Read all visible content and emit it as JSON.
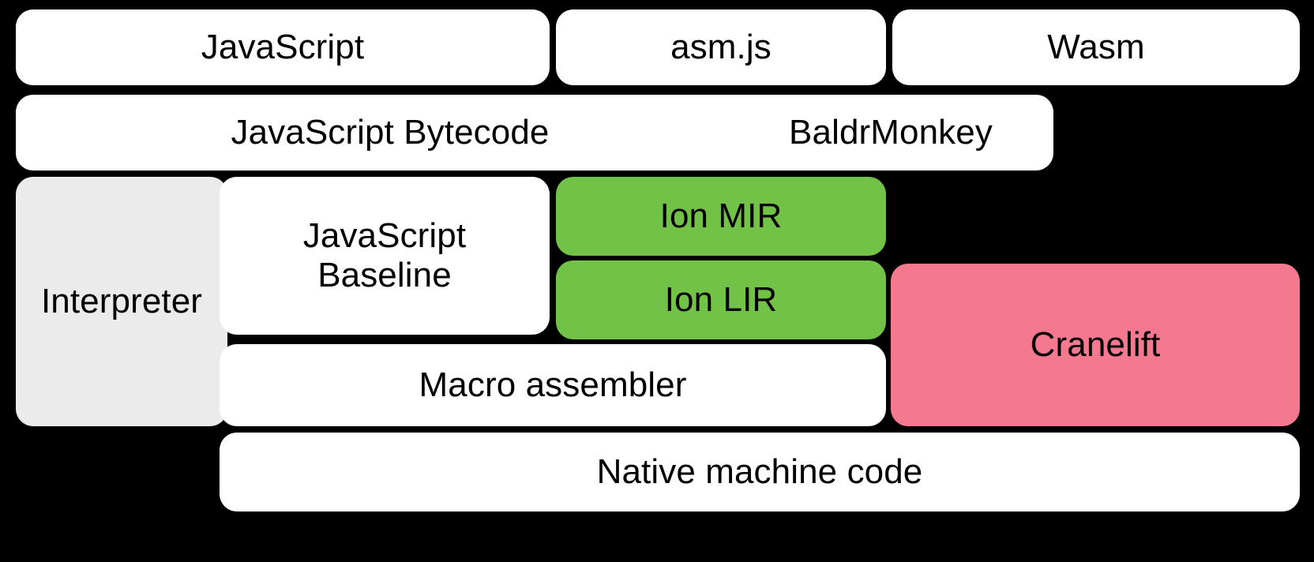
{
  "diagram": {
    "title": "SpiderMonkey compiler pipeline stack",
    "background_color": "#000000",
    "palette": {
      "white": "#ffffff",
      "grey": "#ebebeb",
      "green": "#72c247",
      "pink": "#f4798f",
      "text": "#000000"
    },
    "rows": [
      {
        "name": "source-languages",
        "boxes": [
          {
            "label": "JavaScript",
            "color": "white"
          },
          {
            "label": "asm.js",
            "color": "white"
          },
          {
            "label": "Wasm",
            "color": "white"
          }
        ]
      },
      {
        "name": "intermediate-representations",
        "boxes": [
          {
            "label": "JavaScript Bytecode",
            "color": "white"
          },
          {
            "label": "BaldrMonkey",
            "color": "white"
          }
        ]
      },
      {
        "name": "execution-tiers",
        "boxes": [
          {
            "label": "Interpreter",
            "color": "grey"
          },
          {
            "label": "JavaScript\nBaseline",
            "color": "white"
          },
          {
            "label": "Ion MIR",
            "color": "green"
          },
          {
            "label": "Ion LIR",
            "color": "green"
          },
          {
            "label": "Cranelift",
            "color": "pink"
          },
          {
            "label": "Macro assembler",
            "color": "white"
          }
        ]
      },
      {
        "name": "output",
        "boxes": [
          {
            "label": "Native machine code",
            "color": "white"
          }
        ]
      }
    ]
  },
  "boxes": {
    "javascript": "JavaScript",
    "asmjs": "asm.js",
    "wasm": "Wasm",
    "javascript_bytecode": "JavaScript Bytecode",
    "baldrmonkey": "BaldrMonkey",
    "interpreter": "Interpreter",
    "javascript_baseline": "JavaScript\nBaseline",
    "ion_mir": "Ion MIR",
    "ion_lir": "Ion LIR",
    "cranelift": "Cranelift",
    "macro_assembler": "Macro assembler",
    "native_machine_code": "Native machine code"
  }
}
